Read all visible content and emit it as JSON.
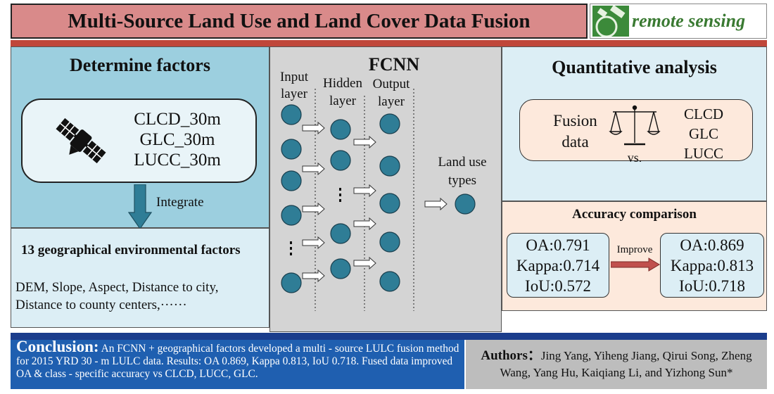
{
  "header": {
    "title": "Multi-Source Land Use and Land Cover Data Fusion",
    "logo_text": "remote sensing"
  },
  "left": {
    "heading": "Determine factors",
    "sources": [
      "CLCD_30m",
      "GLC_30m",
      "LUCC_30m"
    ],
    "integrate_label": "Integrate",
    "factors_title": "13 geographical environmental factors",
    "factors_line1": "DEM, Slope, Aspect, Distance to city,",
    "factors_line2": "Distance to county centers,······"
  },
  "fcnn": {
    "heading": "FCNN",
    "input_label_1": "Input",
    "input_label_2": "layer",
    "hidden_label_1": "Hidden",
    "hidden_label_2": "layer",
    "output_label_1": "Output",
    "output_label_2": "layer",
    "result_label_1": "Land use",
    "result_label_2": "types"
  },
  "quant": {
    "heading": "Quantitative analysis",
    "fusion_1": "Fusion",
    "fusion_2": "data",
    "vs": "vs.",
    "compare": [
      "CLCD",
      "GLC",
      "LUCC"
    ]
  },
  "accuracy": {
    "heading": "Accuracy comparison",
    "before": {
      "oa": "OA:0.791",
      "kappa": "Kappa:0.714",
      "iou": "IoU:0.572"
    },
    "improve_label": "Improve",
    "after": {
      "oa": "OA:0.869",
      "kappa": "Kappa:0.813",
      "iou": "IoU:0.718"
    }
  },
  "conclusion": {
    "label": "Conclusion:",
    "text": "An FCNN + geographical factors developed a multi - source LULC fusion method for 2015 YRD 30 - m LULC data. Results: OA 0.869, Kappa 0.813, IoU 0.718. Fused data improved OA & class - specific accuracy vs CLCD, LUCC, GLC."
  },
  "authors": {
    "label": "Authors：",
    "names": "Jing Yang, Yiheng Jiang, Qirui Song, Zheng Wang, Yang Hu, Kaiqiang Li, and Yizhong Sun*"
  },
  "colors": {
    "header_bg": "#d98a8a",
    "left_panel_bg": "#9ccfdf",
    "light_blue_bg": "#dceef5",
    "fcnn_bg": "#d4d4d4",
    "peach_bg": "#fde9dc",
    "node_fill": "#2f7d96",
    "conclusion_bg": "#1f5fb0",
    "authors_bg": "#bdbdbd",
    "red_band": "#c0473a",
    "blue_band": "#1b3d8c",
    "improve_arrow": "#c0504d"
  }
}
